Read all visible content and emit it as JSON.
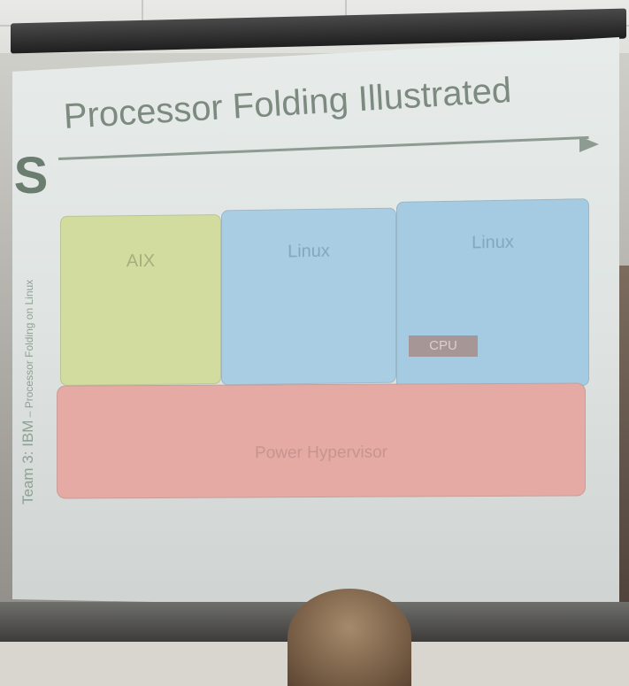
{
  "slide": {
    "title": "Processor Folding Illustrated",
    "side_text_main": "Team 3: IBM",
    "side_text_sub": " – Processor Folding on Linux"
  },
  "diagram": {
    "boxes": [
      {
        "label": "AIX",
        "color": "#d3dc9f"
      },
      {
        "label": "Linux",
        "color": "#a9cde3"
      },
      {
        "label": "Linux",
        "color": "#a5cbe2"
      }
    ],
    "cpu_label": "CPU",
    "hypervisor_label": "Power Hypervisor",
    "hypervisor_color": "#e4aaa3"
  },
  "logo_letter": "S"
}
